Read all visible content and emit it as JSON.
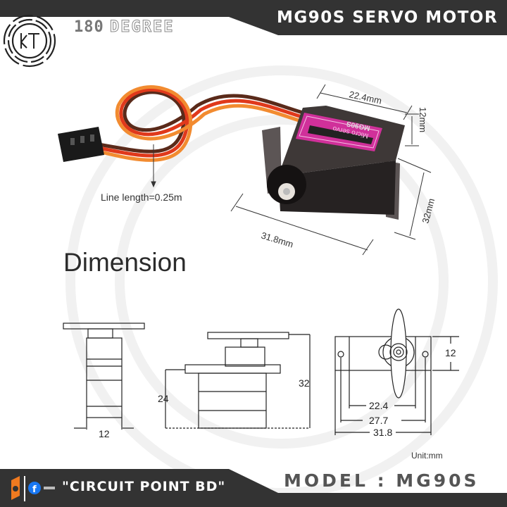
{
  "header": {
    "title": "MG90S SERVO MOTOR",
    "angle_number": "180",
    "angle_word": "DEGREE",
    "logo_letters": "KT"
  },
  "photo": {
    "label_model": "MG90S",
    "label_sub": "Micro servo",
    "cable_note": "Line length=0.25m",
    "dim_width": "22.4mm",
    "dim_height_top": "12mm",
    "dim_height": "32mm",
    "dim_length": "31.8mm"
  },
  "section_title": "Dimension",
  "drawings": {
    "side_width": "12",
    "front_body_height": "24",
    "front_total_height": "32",
    "top_depth": "12",
    "top_body": "22.4",
    "top_holes": "27.7",
    "top_total": "31.8",
    "unit": "Unit:mm"
  },
  "footer": {
    "brand": "\"CIRCUIT POINT BD\"",
    "model": "MODEL : MG90S"
  },
  "colors": {
    "bar": "#333333",
    "label_pink": "#d0309a",
    "cable_brown": "#5a2a1a",
    "cable_red": "#e0391b",
    "cable_orange": "#f28b30",
    "brand_orange": "#f07a20",
    "facebook_blue": "#1877f2"
  }
}
